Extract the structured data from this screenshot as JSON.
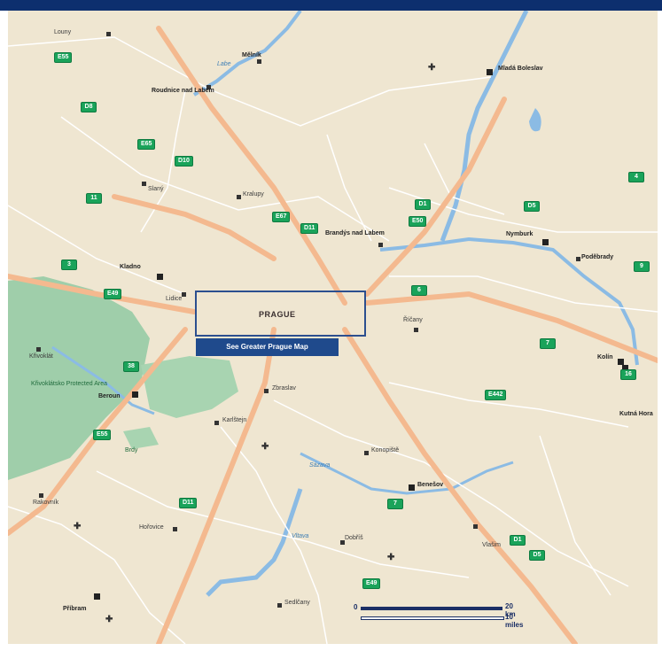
{
  "map": {
    "highlight_label": "PRAGUE",
    "link_button_label": "See Greater Prague Map",
    "colors": {
      "land": "#efe6d1",
      "park": "#9fceaa",
      "water": "#8bbbe4",
      "major_road": "#f4b98f",
      "minor_road": "#ffffff",
      "road_shield": "#1aa35a",
      "frame": "#0d2f6e",
      "button": "#1f4a8c"
    },
    "places": [
      {
        "id": "place-1",
        "name": "Louny"
      },
      {
        "id": "place-2",
        "name": "Roudnice nad Labem"
      },
      {
        "id": "place-3",
        "name": "Mělník"
      },
      {
        "id": "place-4",
        "name": "Mladá Boleslav"
      },
      {
        "id": "place-5",
        "name": "Slaný"
      },
      {
        "id": "place-6",
        "name": "Kralupy"
      },
      {
        "id": "place-7",
        "name": "Brandýs nad Labem"
      },
      {
        "id": "place-8",
        "name": "Kladno"
      },
      {
        "id": "place-9",
        "name": "Lidice"
      },
      {
        "id": "place-10",
        "name": "Nymburk"
      },
      {
        "id": "place-11",
        "name": "Poděbrady"
      },
      {
        "id": "place-12",
        "name": "Kolín"
      },
      {
        "id": "place-13",
        "name": "Beroun"
      },
      {
        "id": "place-14",
        "name": "Karlštejn"
      },
      {
        "id": "place-15",
        "name": "Říčany"
      },
      {
        "id": "place-16",
        "name": "Benešov"
      },
      {
        "id": "place-17",
        "name": "Příbram"
      },
      {
        "id": "place-18",
        "name": "Kutná Hora"
      },
      {
        "id": "place-19",
        "name": "Zbraslav"
      },
      {
        "id": "place-20",
        "name": "Konopiště"
      },
      {
        "id": "place-21",
        "name": "Sedlčany"
      },
      {
        "id": "place-22",
        "name": "Rakovník"
      },
      {
        "id": "place-23",
        "name": "Hořovice"
      },
      {
        "id": "place-24",
        "name": "Dobříš"
      },
      {
        "id": "place-25",
        "name": "Vlašim"
      },
      {
        "id": "place-26",
        "name": "Křivoklát"
      }
    ],
    "park_labels": [
      "Křivoklátsko Protected Area",
      "Brdy"
    ],
    "river_labels": [
      "Labe",
      "Vltava",
      "Sázava"
    ],
    "road_shields": [
      "E55",
      "D8",
      "E65",
      "D10",
      "11",
      "E67",
      "D11",
      "D1",
      "E50",
      "D5",
      "4",
      "3",
      "E49",
      "6",
      "7",
      "9",
      "16",
      "38",
      "E442"
    ],
    "scale": {
      "km_label": "20 km",
      "miles_label": "10 miles",
      "zero_label": "0"
    }
  }
}
